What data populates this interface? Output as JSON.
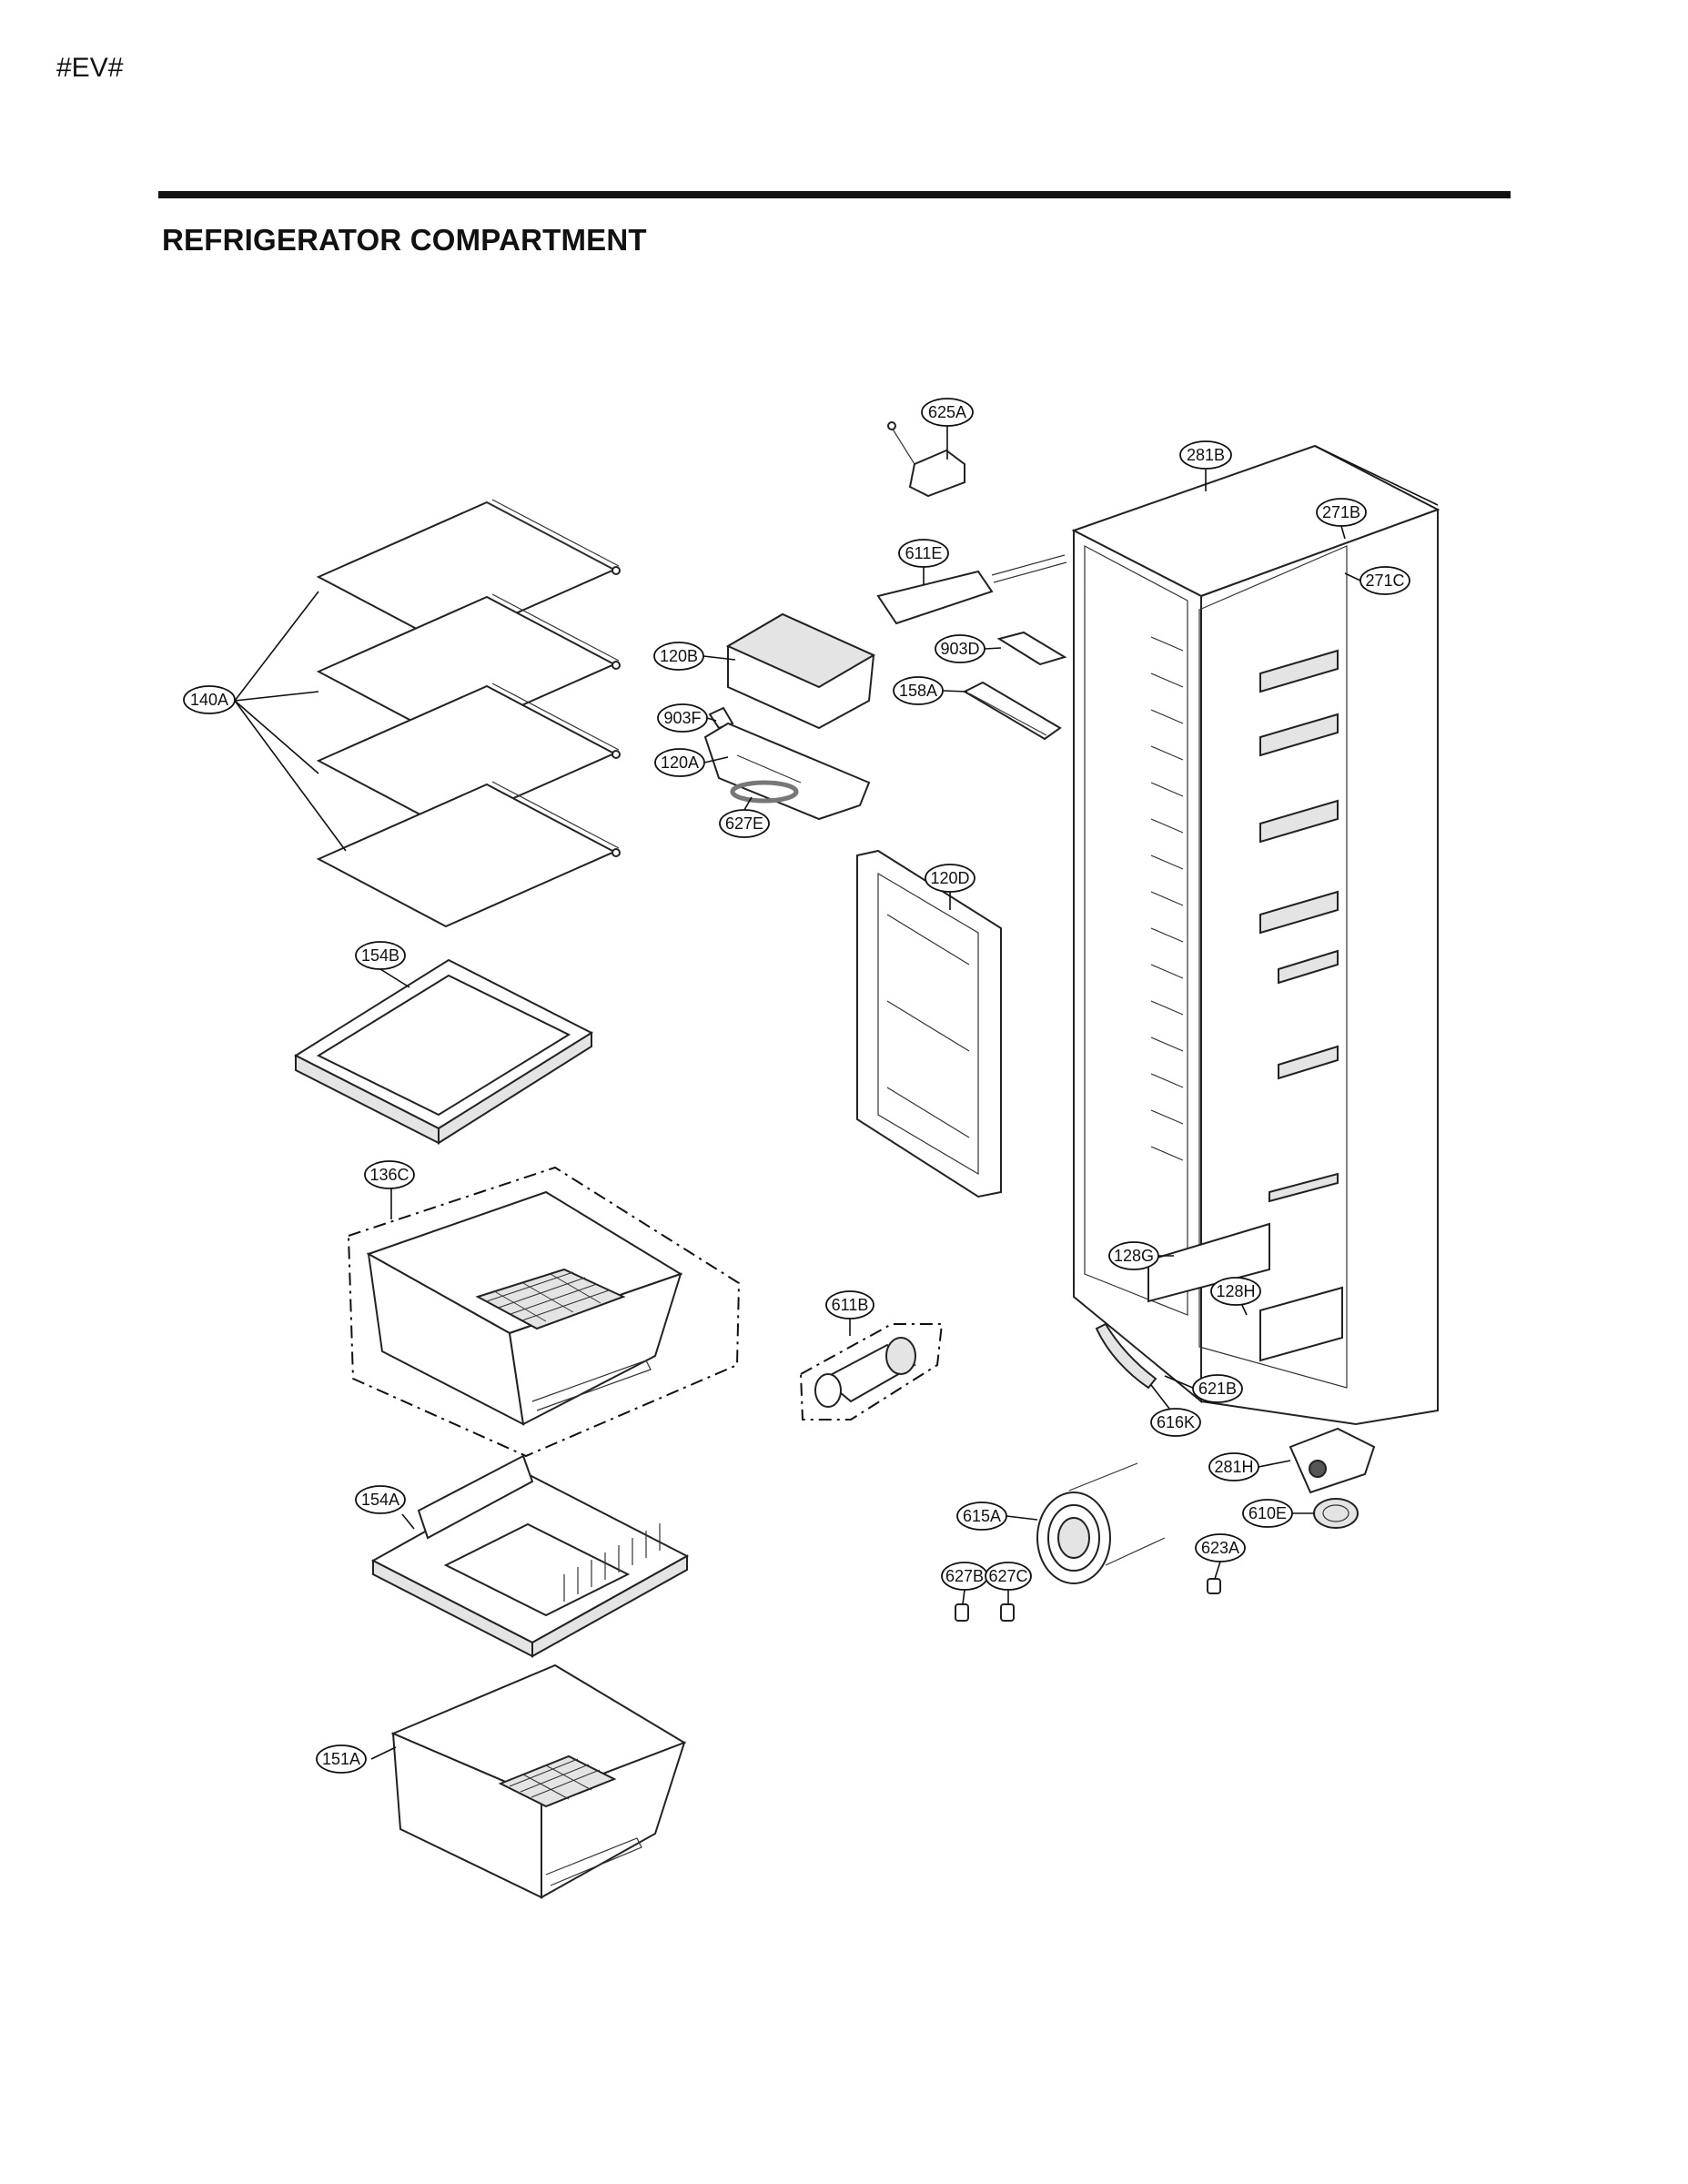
{
  "header": {
    "code": "#EV#",
    "title": "REFRIGERATOR COMPARTMENT"
  },
  "labels": {
    "p625A": "625A",
    "p281B": "281B",
    "p271B": "271B",
    "p271C": "271C",
    "p611E": "611E",
    "p903D": "903D",
    "p120B": "120B",
    "p158A": "158A",
    "p140A": "140A",
    "p903F": "903F",
    "p120A": "120A",
    "p627E": "627E",
    "p120D": "120D",
    "p154B": "154B",
    "p136C": "136C",
    "p611B": "611B",
    "p128G": "128G",
    "p128H": "128H",
    "p621B": "621B",
    "p616K": "616K",
    "p281H": "281H",
    "p610E": "610E",
    "p615A": "615A",
    "p623A": "623A",
    "p627B": "627B",
    "p627C": "627C",
    "p154A": "154A",
    "p151A": "151A"
  }
}
